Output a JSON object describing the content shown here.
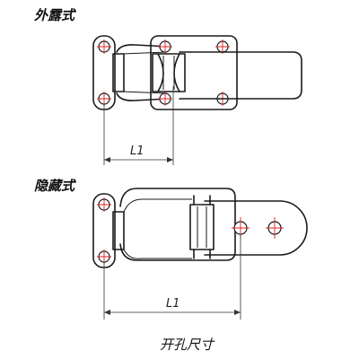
{
  "diagram": {
    "exposed": {
      "title": "外露式",
      "dimension_label": "L1"
    },
    "concealed": {
      "title": "隐藏式",
      "dimension_label": "L1"
    },
    "caption": "开孔尺寸"
  },
  "colors": {
    "outline": "#1a1a1a",
    "center_lines": "#e02020",
    "background": "#ffffff"
  }
}
